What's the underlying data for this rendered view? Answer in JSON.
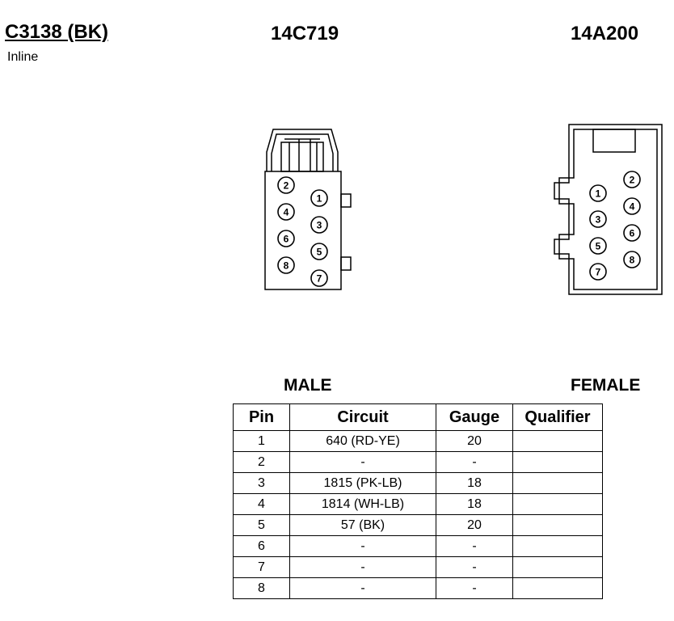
{
  "header": {
    "connector_id": "C3138 (BK)",
    "location": "Inline",
    "male_part_number": "14C719",
    "female_part_number": "14A200"
  },
  "labels": {
    "male": "MALE",
    "female": "FEMALE"
  },
  "male_connector": {
    "pins": [
      "1",
      "2",
      "3",
      "4",
      "5",
      "6",
      "7",
      "8"
    ]
  },
  "female_connector": {
    "pins": [
      "1",
      "2",
      "3",
      "4",
      "5",
      "6",
      "7",
      "8"
    ]
  },
  "table": {
    "headers": [
      "Pin",
      "Circuit",
      "Gauge",
      "Qualifier"
    ],
    "rows": [
      {
        "pin": "1",
        "circuit": "640 (RD-YE)",
        "gauge": "20",
        "qualifier": ""
      },
      {
        "pin": "2",
        "circuit": "-",
        "gauge": "-",
        "qualifier": ""
      },
      {
        "pin": "3",
        "circuit": "1815 (PK-LB)",
        "gauge": "18",
        "qualifier": ""
      },
      {
        "pin": "4",
        "circuit": "1814 (WH-LB)",
        "gauge": "18",
        "qualifier": ""
      },
      {
        "pin": "5",
        "circuit": "57 (BK)",
        "gauge": "20",
        "qualifier": ""
      },
      {
        "pin": "6",
        "circuit": "-",
        "gauge": "-",
        "qualifier": ""
      },
      {
        "pin": "7",
        "circuit": "-",
        "gauge": "-",
        "qualifier": ""
      },
      {
        "pin": "8",
        "circuit": "-",
        "gauge": "-",
        "qualifier": ""
      }
    ]
  }
}
